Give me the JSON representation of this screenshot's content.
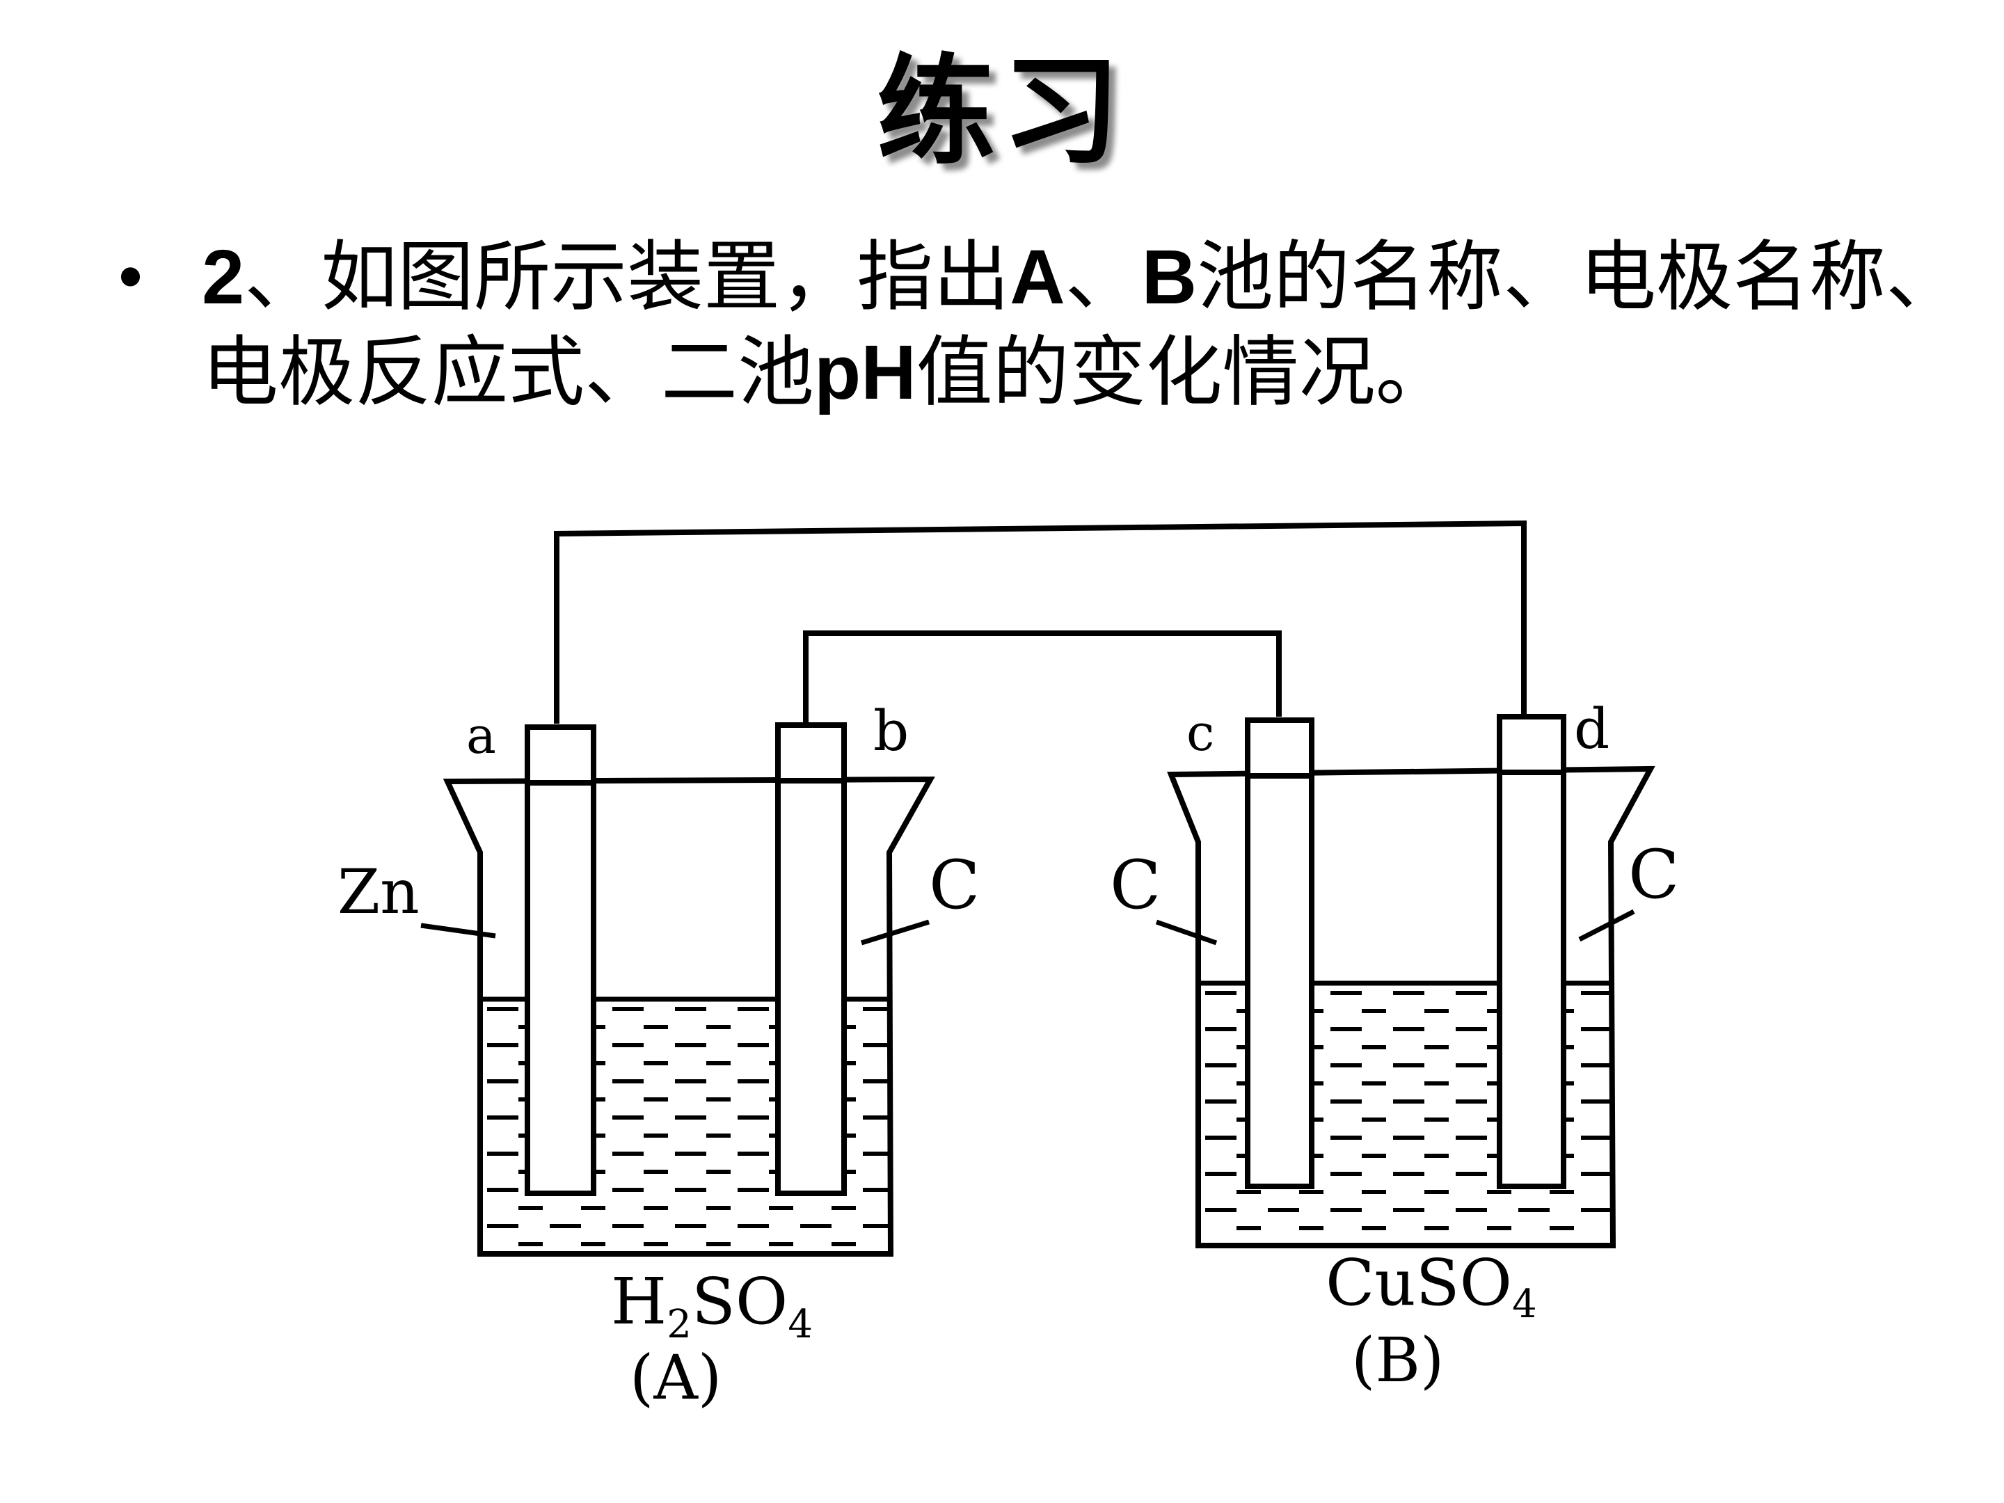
{
  "slide": {
    "title": "练习",
    "question": {
      "bullet": "•",
      "number": "2",
      "p1": "、如图所示装置，指出",
      "letter_a": "A",
      "p2": "、",
      "letter_b": "B",
      "p3": "池的名称、电极名称、电极反应式、二池",
      "ph": "pH",
      "p4": "值的变化情况。"
    }
  },
  "diagram": {
    "electrodes": {
      "a": "a",
      "b": "b",
      "c": "c",
      "d": "d"
    },
    "materials": {
      "zn": "Zn",
      "carbon_b": "C",
      "carbon_c": "C",
      "carbon_d": "C"
    },
    "cell_a": {
      "electrolyte_main": "H",
      "electrolyte_sub1": "2",
      "electrolyte_mid": "SO",
      "electrolyte_sub2": "4",
      "name": "(A)"
    },
    "cell_b": {
      "electrolyte_main": "CuSO",
      "electrolyte_sub": "4",
      "name": "(B)"
    }
  }
}
